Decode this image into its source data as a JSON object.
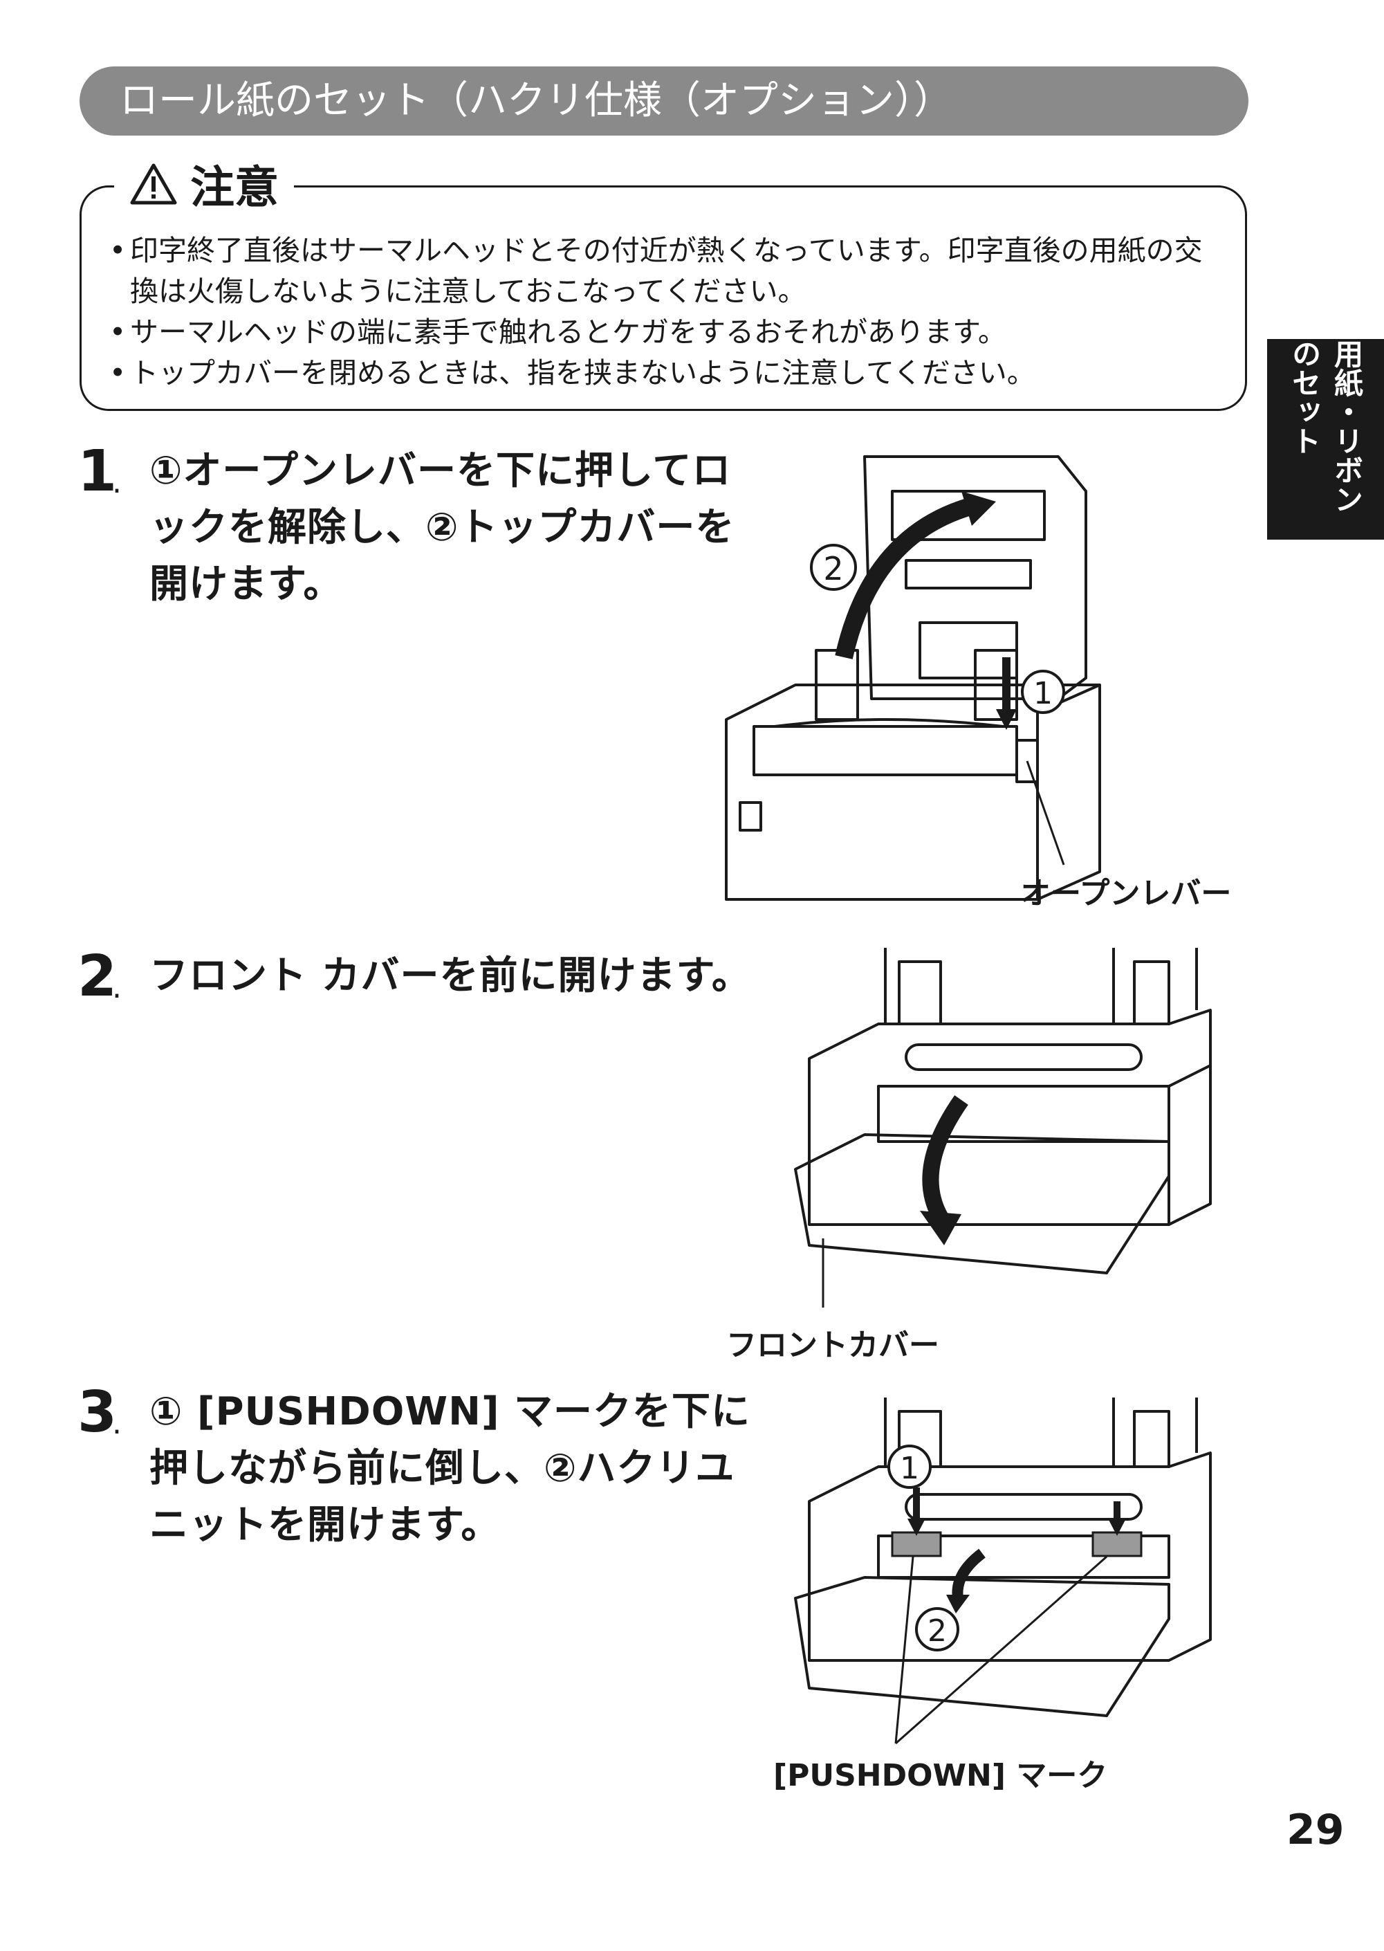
{
  "header": {
    "title": "ロール紙のセット（ハクリ仕様（オプション））"
  },
  "caution": {
    "icon": "warning-triangle-icon",
    "title": "注意",
    "items": [
      "印字終了直後はサーマルヘッドとその付近が熱くなっています。印字直後の用紙の交換は火傷しないように注意しておこなってください。",
      "サーマルヘッドの端に素手で触れるとケガをするおそれがあります。",
      "トップカバーを閉めるときは、指を挟まないように注意してください。"
    ]
  },
  "side_tab": {
    "label": "用紙・リボンのセット"
  },
  "steps": [
    {
      "number": "1",
      "text": "①オープンレバーを下に押してロックを解除し、②トップカバーを開けます。"
    },
    {
      "number": "2",
      "text": "フロント カバーを前に開けます。"
    },
    {
      "number": "3",
      "text": "① [PUSHDOWN] マークを下に押しながら前に倒し、②ハクリユニットを開けます。"
    }
  ],
  "figures": {
    "fig1": {
      "marker_1": "1",
      "marker_2": "2",
      "callout": "オープンレバー"
    },
    "fig2": {
      "callout": "フロントカバー"
    },
    "fig3": {
      "marker_1": "1",
      "marker_2": "2",
      "callout": "[PUSHDOWN] マーク"
    }
  },
  "page_number": "29"
}
